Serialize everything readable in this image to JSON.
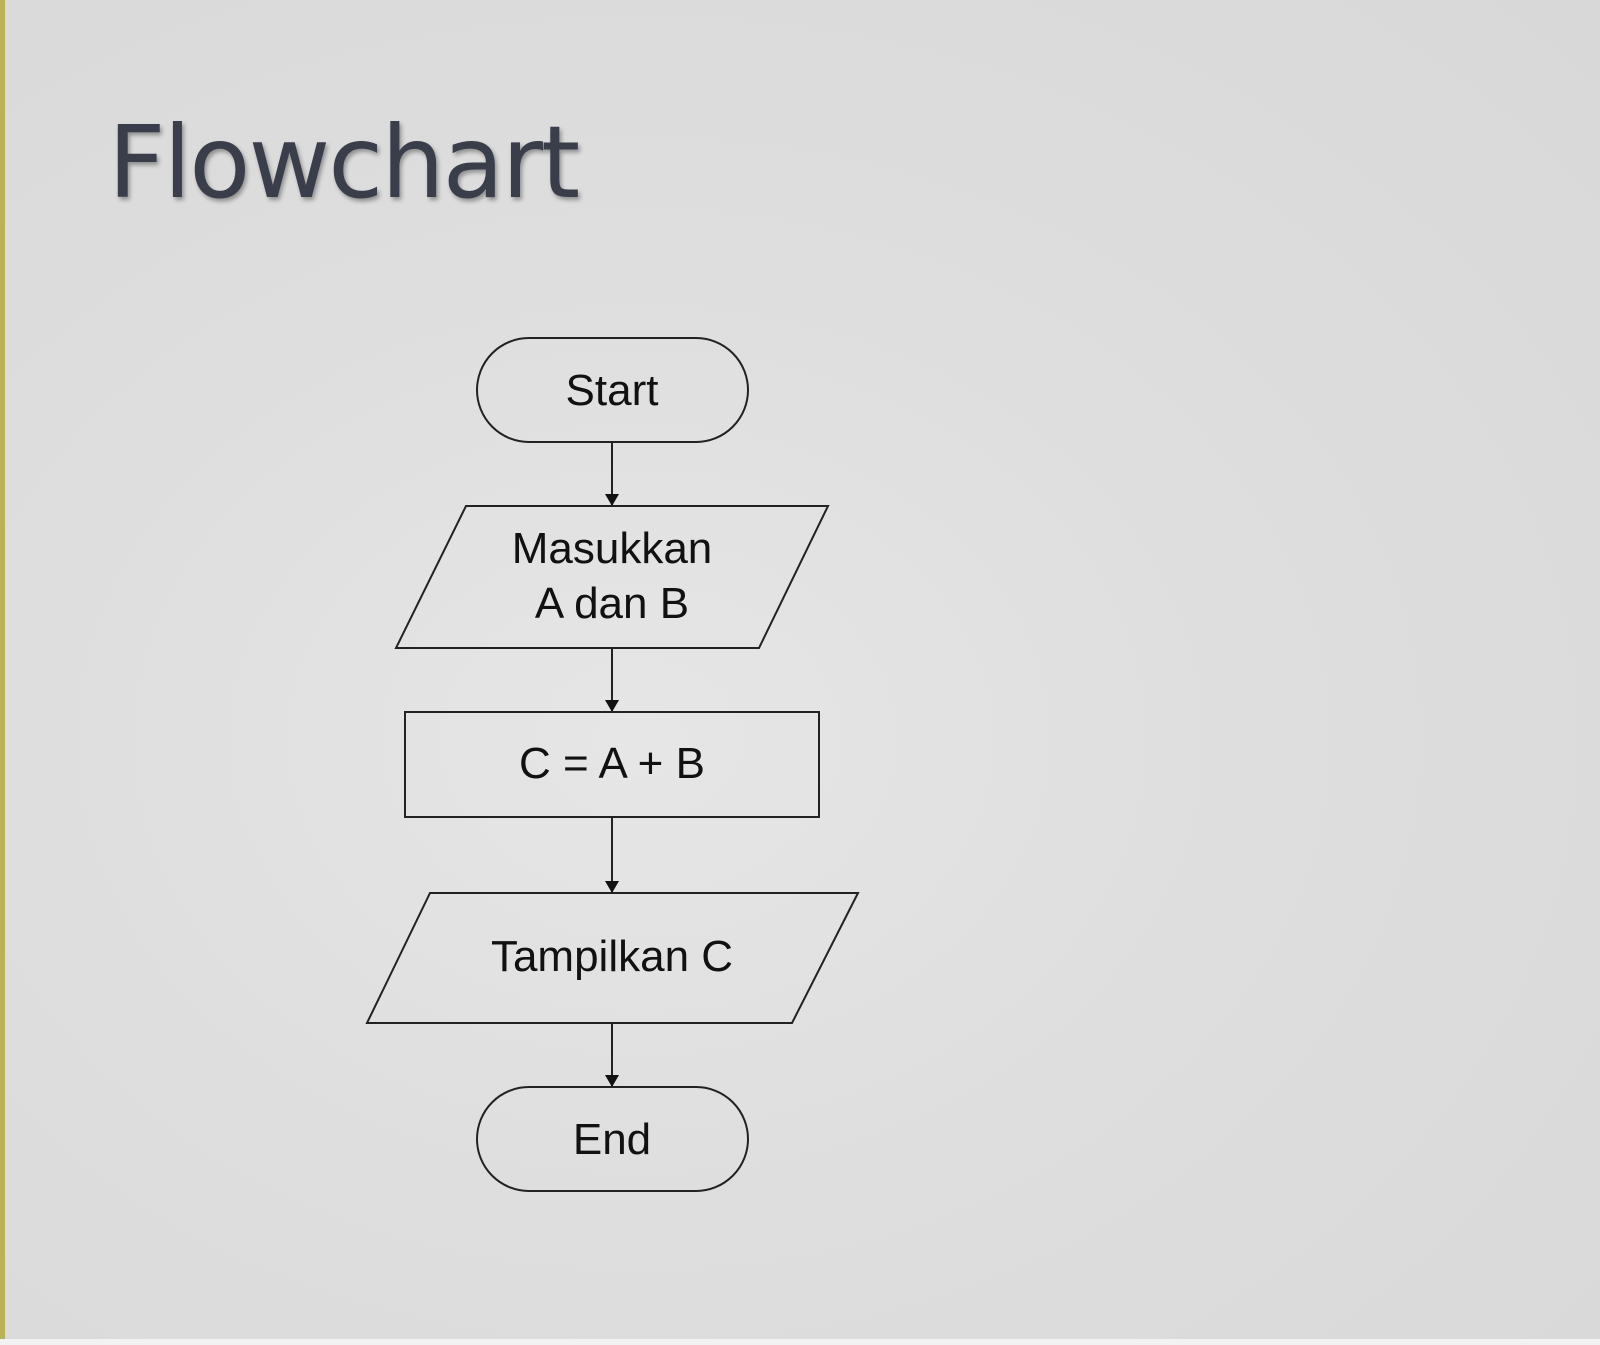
{
  "slide": {
    "title": "Flowchart"
  },
  "flowchart": {
    "nodes": [
      {
        "id": "start",
        "type": "terminator",
        "lines": [
          "Start"
        ]
      },
      {
        "id": "input",
        "type": "input-output",
        "lines": [
          "Masukkan",
          "A dan B"
        ]
      },
      {
        "id": "process",
        "type": "process",
        "lines": [
          "C = A + B"
        ]
      },
      {
        "id": "output",
        "type": "input-output",
        "lines": [
          "Tampilkan C"
        ]
      },
      {
        "id": "end",
        "type": "terminator",
        "lines": [
          "End"
        ]
      }
    ],
    "edges": [
      {
        "from": "start",
        "to": "input"
      },
      {
        "from": "input",
        "to": "process"
      },
      {
        "from": "process",
        "to": "output"
      },
      {
        "from": "output",
        "to": "end"
      }
    ]
  },
  "colors": {
    "background": "#dedede",
    "title": "#3a3e4a",
    "stroke": "#222222",
    "accent": "#b8b35a"
  }
}
